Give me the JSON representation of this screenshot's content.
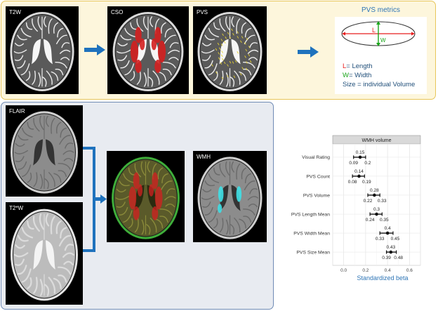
{
  "top_panel": {
    "scans": [
      {
        "label": "T2W",
        "type": "t2w"
      },
      {
        "label": "CSO",
        "type": "cso"
      },
      {
        "label": "PVS",
        "type": "pvs"
      }
    ]
  },
  "metrics": {
    "title": "PVS metrics",
    "ellipse_L": "L",
    "ellipse_W": "W",
    "legend": [
      {
        "key": "L",
        "text": "= Length",
        "color": "#e81e1e"
      },
      {
        "key": "W",
        "text": "= Width",
        "color": "#1aa51a"
      },
      {
        "key": "",
        "text": "Size = individual Volume",
        "color": "#1f4e79"
      }
    ]
  },
  "bottom_panel": {
    "scans": [
      {
        "label": "FLAIR",
        "type": "flair"
      },
      {
        "label": "T2*W",
        "type": "t2star"
      },
      {
        "label": "",
        "type": "overlay"
      },
      {
        "label": "WMH",
        "type": "wmh"
      }
    ]
  },
  "chart_data": {
    "type": "forest",
    "facet_title": "WMH volume",
    "xlabel": "Standardized beta",
    "xlim": [
      -0.1,
      0.7
    ],
    "xticks": [
      0.0,
      0.2,
      0.4,
      0.6
    ],
    "xtick_labels": [
      "0.0",
      "0.2",
      "0.4",
      "0.6"
    ],
    "grid": true,
    "rows": [
      {
        "name": "Visual Rating",
        "beta": 0.15,
        "lo": 0.09,
        "hi": 0.2,
        "beta_label": "0.15",
        "lo_label": "0.09",
        "hi_label": "0.2"
      },
      {
        "name": "PVS Count",
        "beta": 0.14,
        "lo": 0.08,
        "hi": 0.19,
        "beta_label": "0.14",
        "lo_label": "0.08",
        "hi_label": "0.19"
      },
      {
        "name": "PVS Volume",
        "beta": 0.28,
        "lo": 0.22,
        "hi": 0.33,
        "beta_label": "0.28",
        "lo_label": "0.22",
        "hi_label": "0.33"
      },
      {
        "name": "PVS Length Mean",
        "beta": 0.3,
        "lo": 0.24,
        "hi": 0.35,
        "beta_label": "0.3",
        "lo_label": "0.24",
        "hi_label": "0.35"
      },
      {
        "name": "PVS Width Mean",
        "beta": 0.4,
        "lo": 0.33,
        "hi": 0.45,
        "beta_label": "0.4",
        "lo_label": "0.33",
        "hi_label": "0.45"
      },
      {
        "name": "PVS Size Mean",
        "beta": 0.43,
        "lo": 0.39,
        "hi": 0.48,
        "beta_label": "0.43",
        "lo_label": "0.39",
        "hi_label": "0.48"
      }
    ]
  },
  "colors": {
    "arrow": "#1f72bd",
    "lesion_red": "#d42020",
    "pvs_yellow": "#e8d232",
    "wmh_cyan": "#3fe0e6",
    "axis_blue": "#2e75b6"
  }
}
